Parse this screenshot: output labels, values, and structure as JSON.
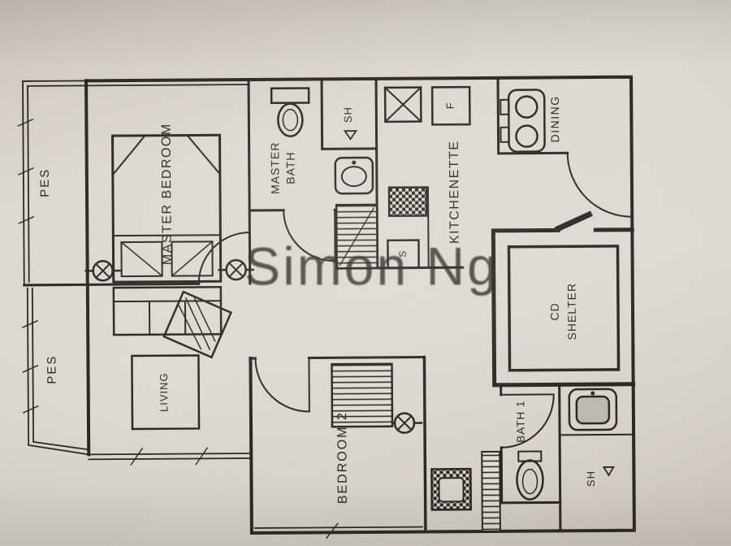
{
  "watermark": "Simon Ng",
  "rooms": {
    "pes_top": "PES",
    "pes_bottom": "PES",
    "master_bedroom": "MASTER BEDROOM",
    "master_bath_l1": "MASTER",
    "master_bath_l2": "BATH",
    "shower_top": "SH",
    "kitchenette": "KITCHENETTE",
    "fridge": "F",
    "dining": "DINING",
    "sink": "S",
    "cd_shelter_l1": "CD",
    "cd_shelter_l2": "SHELTER",
    "living": "LIVING",
    "bedroom2": "BEDROOM 2",
    "bath1": "BATH 1",
    "shower_bottom": "SH"
  },
  "colors": {
    "paper": "#d8d3cb",
    "ink": "#2b2823",
    "watermark": "#e6e2da"
  }
}
